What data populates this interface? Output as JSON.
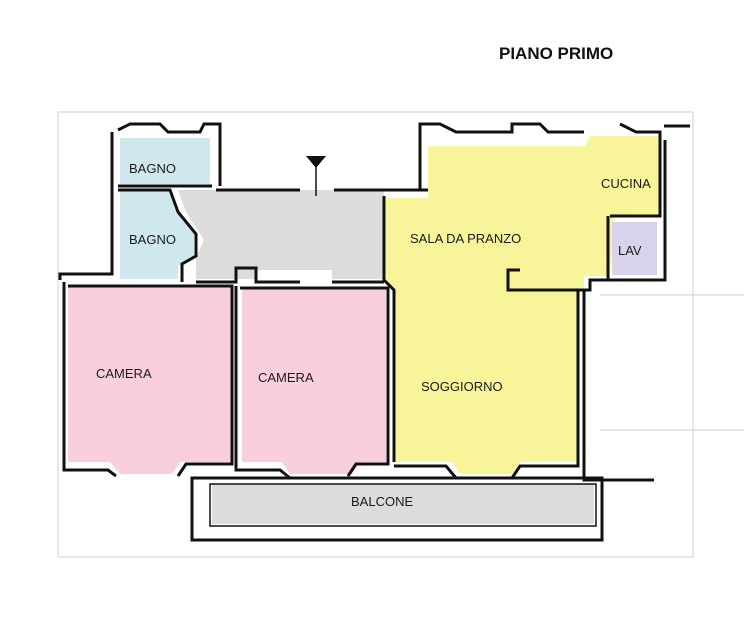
{
  "title": "PIANO PRIMO",
  "rooms": {
    "bagno_top": "BAGNO",
    "bagno_bottom": "BAGNO",
    "camera_left": "CAMERA",
    "camera_right": "CAMERA",
    "sala_da_pranzo": "SALA DA PRANZO",
    "cucina": "CUCINA",
    "lav": "LAV",
    "soggiorno": "SOGGIORNO",
    "balcone": "BALCONE"
  },
  "colors": {
    "bathroom": "#cfe8ee",
    "corridor": "#dcdcdc",
    "bedroom": "#f9cfdf",
    "living": "#f8f49a",
    "laundry": "#d8d2ec",
    "balcony": "#dcdcdc"
  },
  "icons": {
    "entrance": "entrance-triangle-icon"
  }
}
